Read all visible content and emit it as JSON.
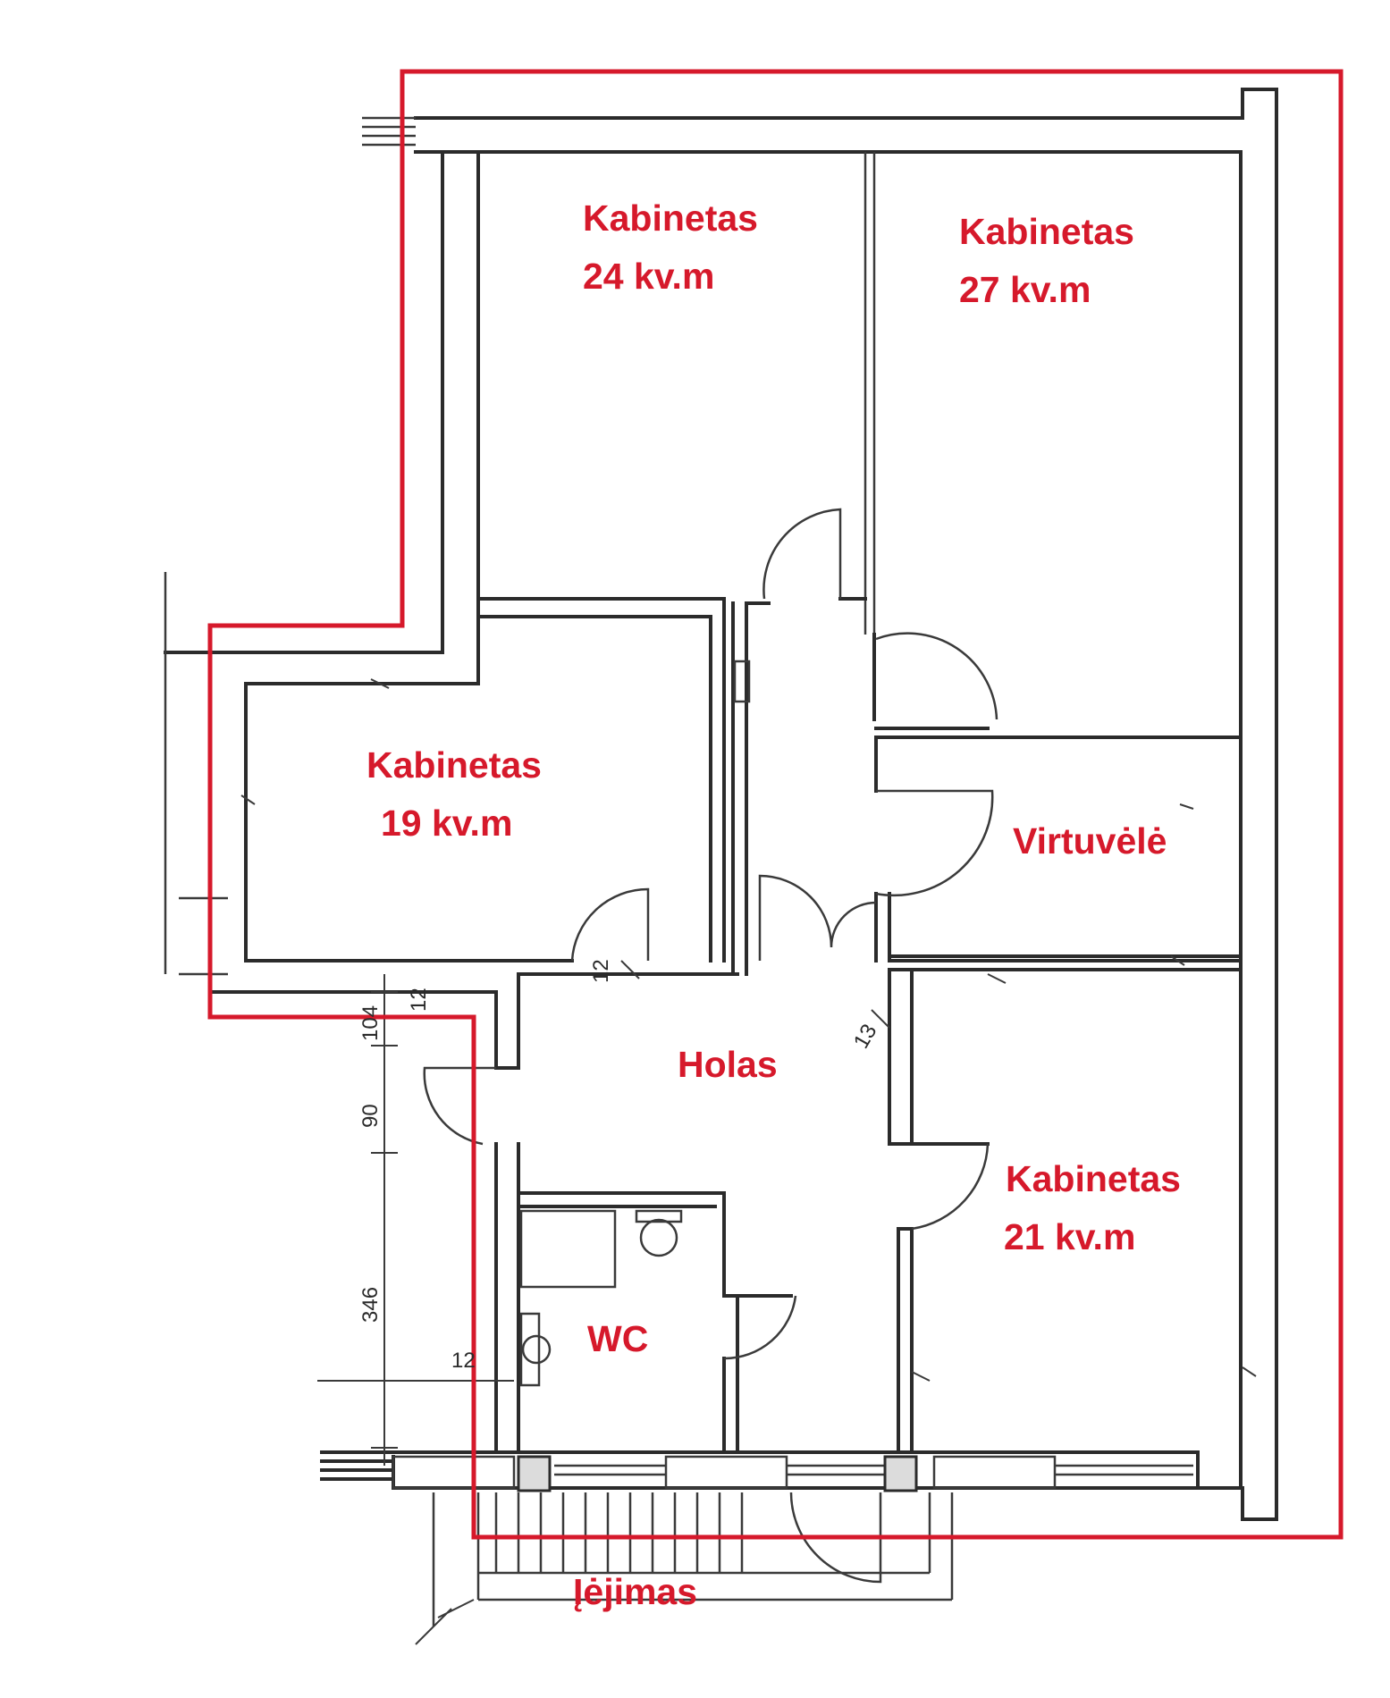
{
  "rooms": [
    {
      "id": "office-24",
      "name": "Kabinetas",
      "area": "24 kv.m"
    },
    {
      "id": "office-27",
      "name": "Kabinetas",
      "area": "27 kv.m"
    },
    {
      "id": "office-19",
      "name": "Kabinetas",
      "area": "19 kv.m"
    },
    {
      "id": "kitchenette",
      "name": "Virtuvėlė"
    },
    {
      "id": "hall",
      "name": "Holas"
    },
    {
      "id": "office-21",
      "name": "Kabinetas",
      "area": "21 kv.m"
    },
    {
      "id": "wc",
      "name": "WC"
    }
  ],
  "entrance": {
    "label": "Įėjimas"
  },
  "dimensions": [
    "12",
    "12",
    "104",
    "90",
    "346",
    "12",
    "13"
  ],
  "colors": {
    "outline": "#d6192b",
    "labels": "#d6192b",
    "walls": "#2b2b2b"
  }
}
